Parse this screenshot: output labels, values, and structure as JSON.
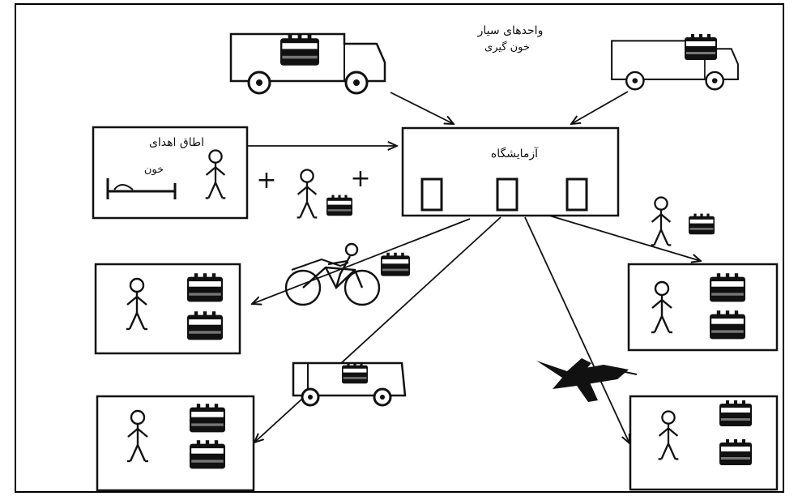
{
  "labels": {
    "mobile_units_line1": "واحدهای سیار",
    "mobile_units_line2": "خون گیری",
    "donation_room_title": "اطاق اهدای",
    "donation_room_sub": "خون",
    "lab_title": "آزمایشگاه",
    "plus": "+"
  },
  "colors": {
    "ink": "#111111",
    "paper": "#ffffff"
  }
}
